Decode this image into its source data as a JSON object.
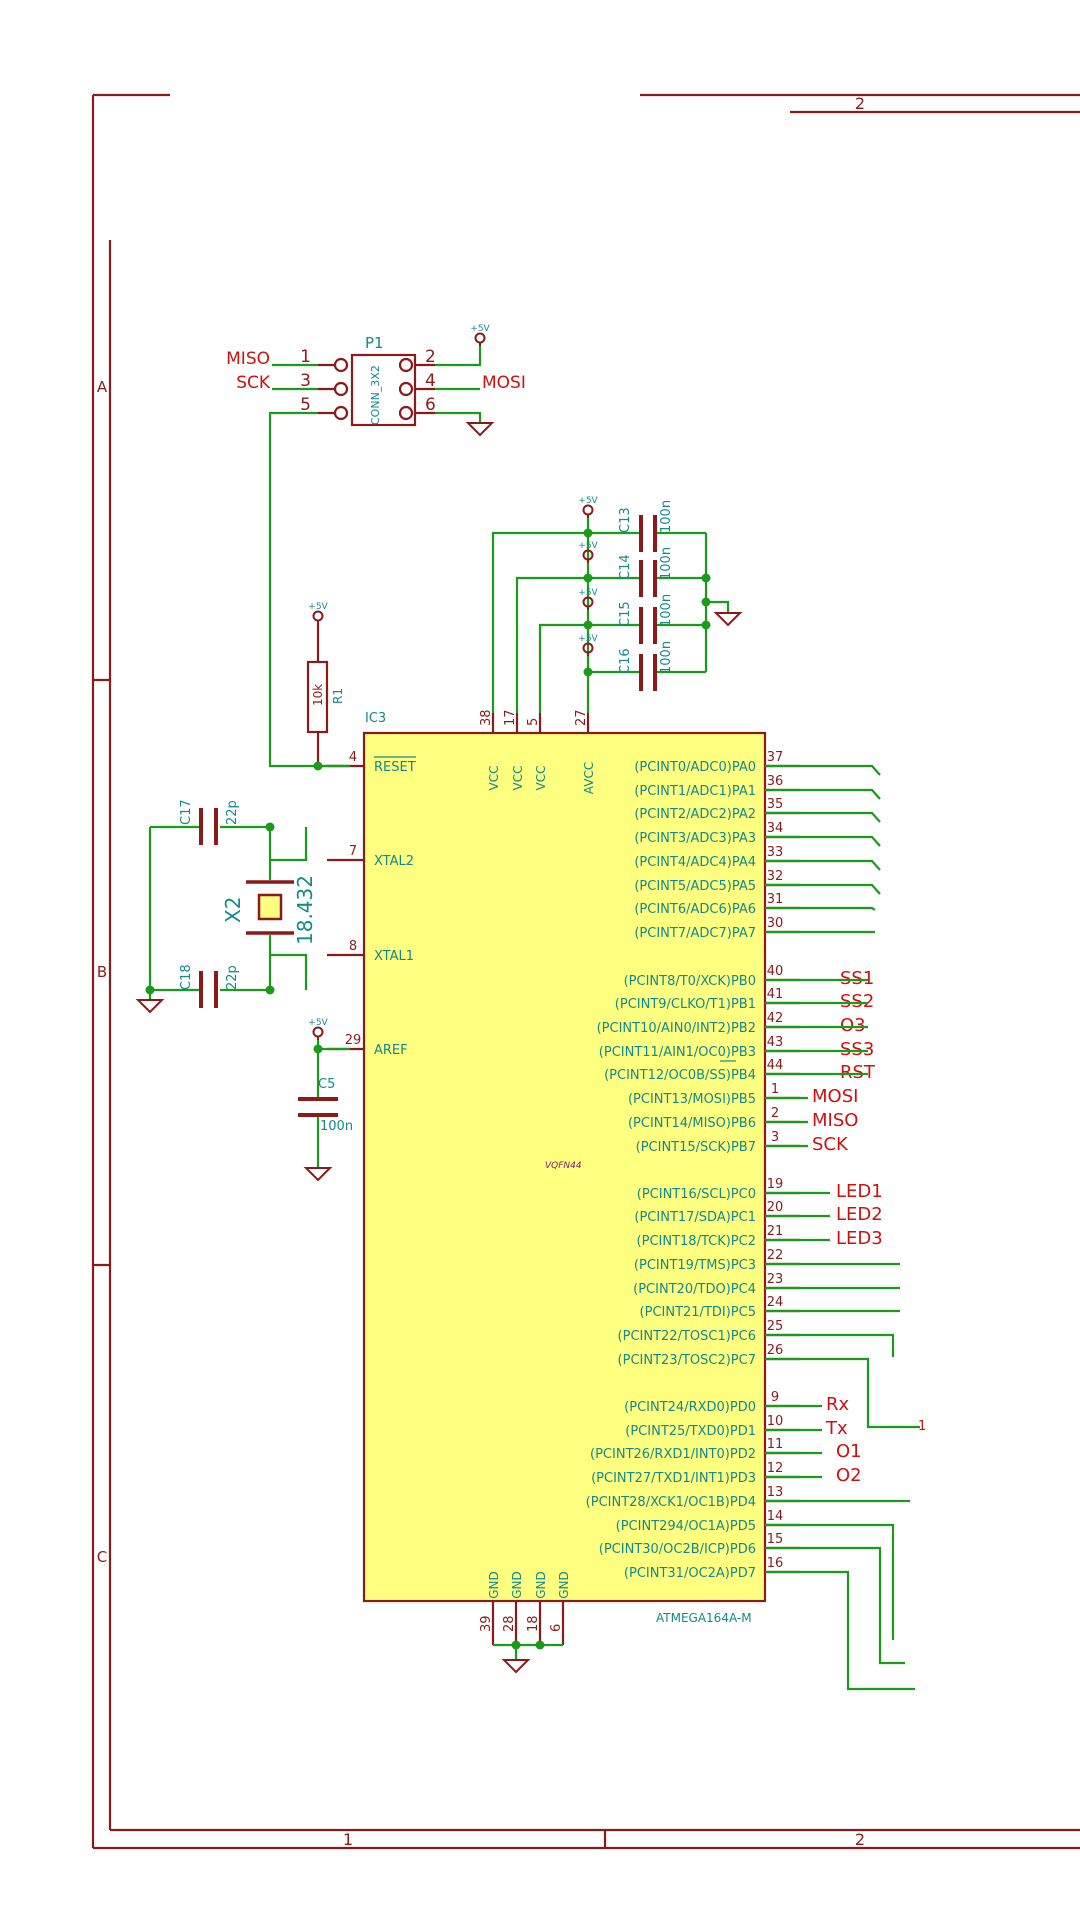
{
  "frame": {
    "zone_rows": [
      "A",
      "B",
      "C"
    ],
    "zone_cols_top": [
      "2"
    ],
    "zone_cols_bottom": [
      "1",
      "2"
    ]
  },
  "ic3": {
    "ref": "IC3",
    "value": "ATMEGA164A-M",
    "package": "VQFN44",
    "colors": {
      "fill": "#ffff80",
      "outline": "#8b1a1a",
      "pin_name": "#138a8a",
      "pin_number": "#8b1a1a"
    },
    "left_pins": [
      {
        "num": "4",
        "name": "RESET"
      },
      {
        "num": "7",
        "name": "XTAL2"
      },
      {
        "num": "8",
        "name": "XTAL1"
      },
      {
        "num": "29",
        "name": "AREF"
      }
    ],
    "top_pins": [
      {
        "num": "38",
        "name": "VCC"
      },
      {
        "num": "17",
        "name": "VCC"
      },
      {
        "num": "5",
        "name": "VCC"
      },
      {
        "num": "27",
        "name": "AVCC"
      }
    ],
    "bottom_pins": [
      {
        "num": "39",
        "name": "GND"
      },
      {
        "num": "28",
        "name": "GND"
      },
      {
        "num": "18",
        "name": "GND"
      },
      {
        "num": "6",
        "name": "GND"
      }
    ],
    "right_pins": [
      {
        "num": "37",
        "name": "(PCINT0/ADC0)PA0",
        "net": ""
      },
      {
        "num": "36",
        "name": "(PCINT1/ADC1)PA1",
        "net": ""
      },
      {
        "num": "35",
        "name": "(PCINT2/ADC2)PA2",
        "net": ""
      },
      {
        "num": "34",
        "name": "(PCINT3/ADC3)PA3",
        "net": ""
      },
      {
        "num": "33",
        "name": "(PCINT4/ADC4)PA4",
        "net": ""
      },
      {
        "num": "32",
        "name": "(PCINT5/ADC5)PA5",
        "net": ""
      },
      {
        "num": "31",
        "name": "(PCINT6/ADC6)PA6",
        "net": ""
      },
      {
        "num": "30",
        "name": "(PCINT7/ADC7)PA7",
        "net": ""
      },
      {
        "num": "40",
        "name": "(PCINT8/T0/XCK)PB0",
        "net": "SS1"
      },
      {
        "num": "41",
        "name": "(PCINT9/CLKO/T1)PB1",
        "net": "SS2"
      },
      {
        "num": "42",
        "name": "(PCINT10/AIN0/INT2)PB2",
        "net": "O3"
      },
      {
        "num": "43",
        "name": "(PCINT11/AIN1/OC0)PB3",
        "net": "SS3"
      },
      {
        "num": "44",
        "name": "(PCINT12/OC0B/SS)PB4",
        "net": "RST"
      },
      {
        "num": "1",
        "name": "(PCINT13/MOSI)PB5",
        "net": "MOSI"
      },
      {
        "num": "2",
        "name": "(PCINT14/MISO)PB6",
        "net": "MISO"
      },
      {
        "num": "3",
        "name": "(PCINT15/SCK)PB7",
        "net": "SCK"
      },
      {
        "num": "19",
        "name": "(PCINT16/SCL)PC0",
        "net": "LED1"
      },
      {
        "num": "20",
        "name": "(PCINT17/SDA)PC1",
        "net": "LED2"
      },
      {
        "num": "21",
        "name": "(PCINT18/TCK)PC2",
        "net": "LED3"
      },
      {
        "num": "22",
        "name": "(PCINT19/TMS)PC3",
        "net": ""
      },
      {
        "num": "23",
        "name": "(PCINT20/TDO)PC4",
        "net": ""
      },
      {
        "num": "24",
        "name": "(PCINT21/TDI)PC5",
        "net": ""
      },
      {
        "num": "25",
        "name": "(PCINT22/TOSC1)PC6",
        "net": ""
      },
      {
        "num": "26",
        "name": "(PCINT23/TOSC2)PC7",
        "net": ""
      },
      {
        "num": "9",
        "name": "(PCINT24/RXD0)PD0",
        "net": "Rx"
      },
      {
        "num": "10",
        "name": "(PCINT25/TXD0)PD1",
        "net": "Tx"
      },
      {
        "num": "11",
        "name": "(PCINT26/RXD1/INT0)PD2",
        "net": "O1"
      },
      {
        "num": "12",
        "name": "(PCINT27/TXD1/INT1)PD3",
        "net": "O2"
      },
      {
        "num": "13",
        "name": "(PCINT28/XCK1/OC1B)PD4",
        "net": ""
      },
      {
        "num": "14",
        "name": "(PCINT294/OC1A)PD5",
        "net": ""
      },
      {
        "num": "15",
        "name": "(PCINT30/OC2B/ICP)PD6",
        "net": ""
      },
      {
        "num": "16",
        "name": "(PCINT31/OC2A)PD7",
        "net": ""
      }
    ]
  },
  "p1": {
    "ref": "P1",
    "value": "CONN_3X2",
    "pins": [
      {
        "num": "1",
        "net": "MISO"
      },
      {
        "num": "2",
        "net": ""
      },
      {
        "num": "3",
        "net": "SCK"
      },
      {
        "num": "4",
        "net": "MOSI"
      },
      {
        "num": "5",
        "net": ""
      },
      {
        "num": "6",
        "net": ""
      }
    ]
  },
  "power_label": "+5V",
  "caps": [
    {
      "ref": "C13",
      "value": "100n"
    },
    {
      "ref": "C14",
      "value": "100n"
    },
    {
      "ref": "C15",
      "value": "100n"
    },
    {
      "ref": "C16",
      "value": "100n"
    },
    {
      "ref": "C17",
      "value": "22p"
    },
    {
      "ref": "C18",
      "value": "22p"
    },
    {
      "ref": "C5",
      "value": "100n"
    }
  ],
  "r1": {
    "ref": "R1",
    "value": "10k"
  },
  "x2": {
    "ref": "X2",
    "value": "18.432"
  }
}
